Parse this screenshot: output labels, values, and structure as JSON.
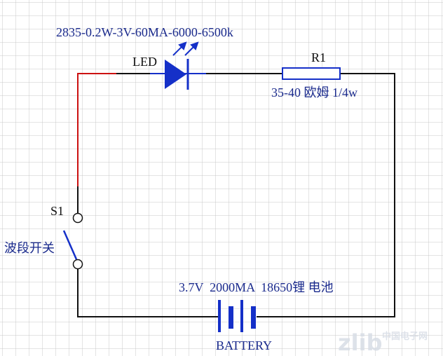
{
  "labels": {
    "led_spec": "2835-0.2W-3V-60MA-6000-6500k",
    "led": "LED",
    "resistor": "R1",
    "resistor_spec": "35-40 欧姆 1/4w",
    "switch": "S1",
    "switch_desc": "波段开关",
    "battery_spec": "3.7V  2000MA  18650锂 电池",
    "battery": "BATTERY"
  },
  "watermark": "中国电子网",
  "colors": {
    "wire": "#111111",
    "switch_wire": "#cc1111",
    "component": "#1530c8",
    "text_blue": "#1a2a8c",
    "grid": "#c9c9c9"
  }
}
